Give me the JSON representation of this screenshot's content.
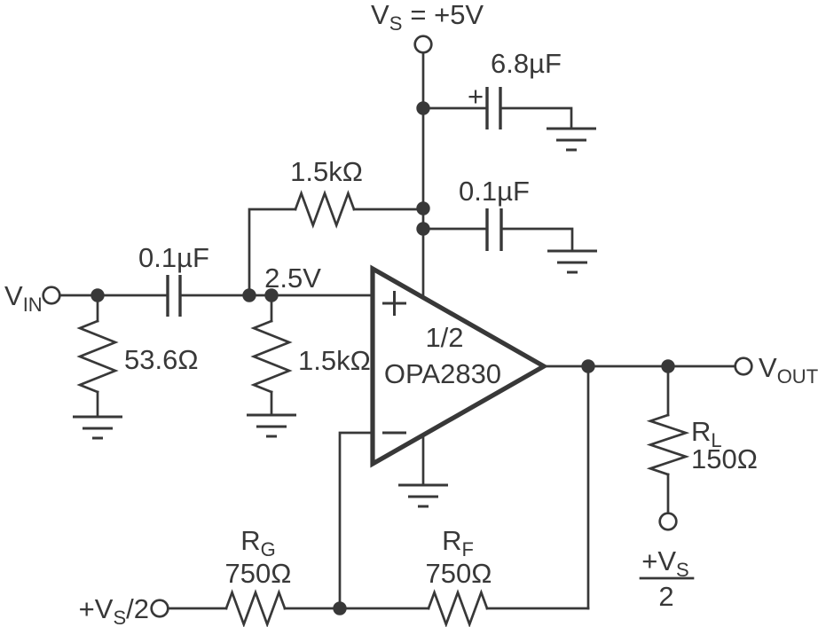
{
  "title": "Single-supply non-inverting amplifier schematic, 1/2 OPA2830",
  "colors": {
    "line": "#383838",
    "background": "#ffffff"
  },
  "labels": {
    "vs_supply": {
      "pre": "V",
      "sub": "S",
      "post": "= +5V"
    },
    "c_bulk": {
      "value": "6.8µF",
      "polarity": "+"
    },
    "c_bypass": {
      "value": "0.1µF"
    },
    "r_bias_upper": {
      "value": "1.5kΩ"
    },
    "c_input": {
      "value": "0.1µF"
    },
    "node_bias": {
      "value": "2.5V"
    },
    "vin": {
      "pre": "V",
      "sub": "IN"
    },
    "r_term": {
      "value": "53.6Ω"
    },
    "r_bias_lower": {
      "value": "1.5kΩ"
    },
    "opamp": {
      "fraction": "1/2",
      "part": "OPA2830"
    },
    "vout": {
      "pre": "V",
      "sub": "OUT"
    },
    "r_load": {
      "pre": "R",
      "sub": "L",
      "value": "150Ω"
    },
    "load_bias": {
      "num_pre": "+V",
      "num_sub": "S",
      "den": "2"
    },
    "r_gain": {
      "pre": "R",
      "sub": "G",
      "value": "750Ω"
    },
    "r_feedback": {
      "pre": "R",
      "sub": "F",
      "value": "750Ω"
    },
    "vs_half_in": {
      "pre": "+V",
      "sub": "S",
      "post": "/2"
    }
  }
}
